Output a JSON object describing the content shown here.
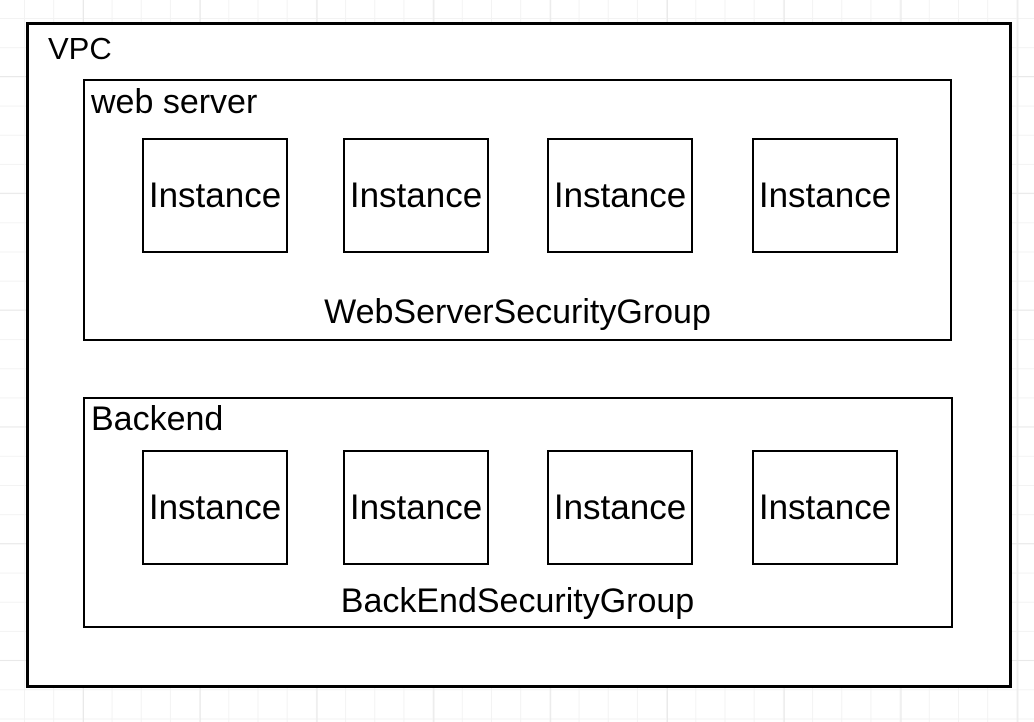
{
  "canvas": {
    "background_color": "#ffffff",
    "grid_minor_color": "#f3f3f3",
    "grid_major_color": "#e9e9e9"
  },
  "diagram": {
    "stroke_color": "#000000",
    "node_fill_color": "#ffffff",
    "text_color": "#000000",
    "vpc": {
      "label": "VPC",
      "groups": [
        {
          "label": "web server",
          "security_group_label": "WebServerSecurityGroup",
          "instances": [
            "Instance",
            "Instance",
            "Instance",
            "Instance"
          ]
        },
        {
          "label": "Backend",
          "security_group_label": "BackEndSecurityGroup",
          "instances": [
            "Instance",
            "Instance",
            "Instance",
            "Instance"
          ]
        }
      ]
    }
  }
}
